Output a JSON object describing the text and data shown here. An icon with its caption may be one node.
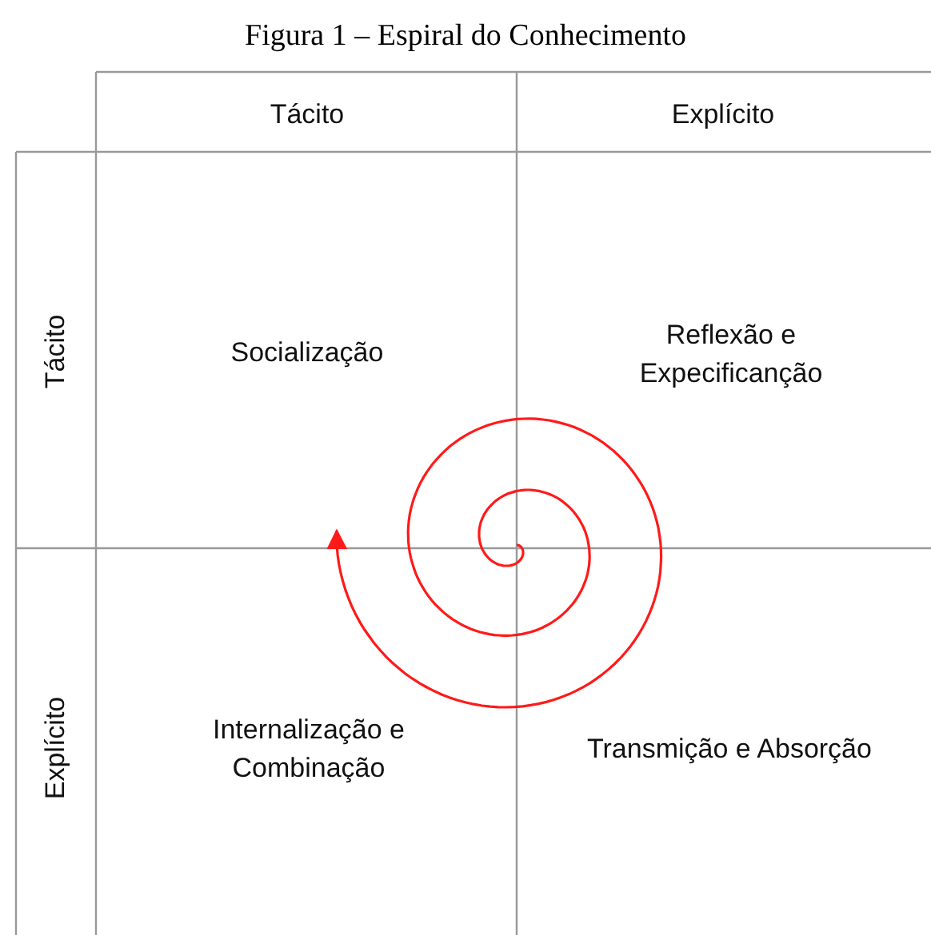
{
  "diagram": {
    "title": "Figura 1 – Espiral do Conhecimento",
    "labels": [
      "Tácito",
      "Explícito",
      "Tácito",
      "Socialização",
      "Reflexão e Expecificanção",
      "Explícito",
      "Internalização e Combinação",
      "Transmição e Absorção"
    ]
  }
}
